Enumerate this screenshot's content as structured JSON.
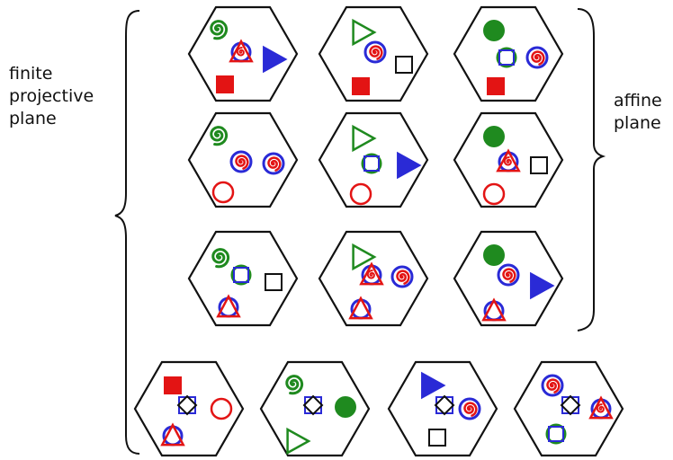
{
  "labels": {
    "left": "finite\nprojective\nplane",
    "right": "affine\nplane"
  },
  "colors": {
    "red": "#e31414",
    "blue": "#2a2ad6",
    "green": "#1f8a1f",
    "black": "#111111"
  },
  "cards": [
    {
      "row": 0,
      "col": 0,
      "symbols": [
        "green-spiral",
        "triangle-circle-spiral",
        "blue-solid-triangle",
        "red-solid-square"
      ]
    },
    {
      "row": 0,
      "col": 1,
      "symbols": [
        "green-outline-triangle",
        "red-blue-spiral",
        "black-outline-square",
        "red-solid-square"
      ]
    },
    {
      "row": 0,
      "col": 2,
      "symbols": [
        "green-solid-circle",
        "green-square-circle",
        "red-blue-spiral",
        "red-solid-square"
      ]
    },
    {
      "row": 1,
      "col": 0,
      "symbols": [
        "green-spiral",
        "red-blue-spiral",
        "red-blue-spiral",
        "red-outline-circle"
      ]
    },
    {
      "row": 1,
      "col": 1,
      "symbols": [
        "green-outline-triangle",
        "green-square-circle",
        "blue-solid-triangle",
        "red-outline-circle"
      ]
    },
    {
      "row": 1,
      "col": 2,
      "symbols": [
        "green-solid-circle",
        "triangle-circle-spiral",
        "black-outline-square",
        "red-outline-circle"
      ]
    },
    {
      "row": 2,
      "col": 0,
      "symbols": [
        "green-spiral",
        "green-square-circle",
        "black-outline-square",
        "triangle-circle"
      ]
    },
    {
      "row": 2,
      "col": 1,
      "symbols": [
        "green-outline-triangle",
        "triangle-circle-spiral",
        "red-blue-spiral",
        "triangle-circle"
      ]
    },
    {
      "row": 2,
      "col": 2,
      "symbols": [
        "green-solid-circle",
        "red-blue-spiral",
        "blue-solid-triangle",
        "triangle-circle"
      ]
    },
    {
      "row": 3,
      "col": 0,
      "symbols": [
        "red-solid-square",
        "diamond-in-square",
        "red-outline-circle",
        "triangle-circle"
      ]
    },
    {
      "row": 3,
      "col": 1,
      "symbols": [
        "green-spiral",
        "diamond-in-square",
        "green-solid-circle",
        "green-outline-triangle"
      ]
    },
    {
      "row": 3,
      "col": 2,
      "symbols": [
        "blue-solid-triangle",
        "diamond-in-square",
        "red-blue-spiral",
        "black-outline-square"
      ]
    },
    {
      "row": 3,
      "col": 3,
      "symbols": [
        "red-blue-spiral",
        "diamond-in-square",
        "triangle-circle-spiral",
        "green-square-circle"
      ]
    }
  ]
}
